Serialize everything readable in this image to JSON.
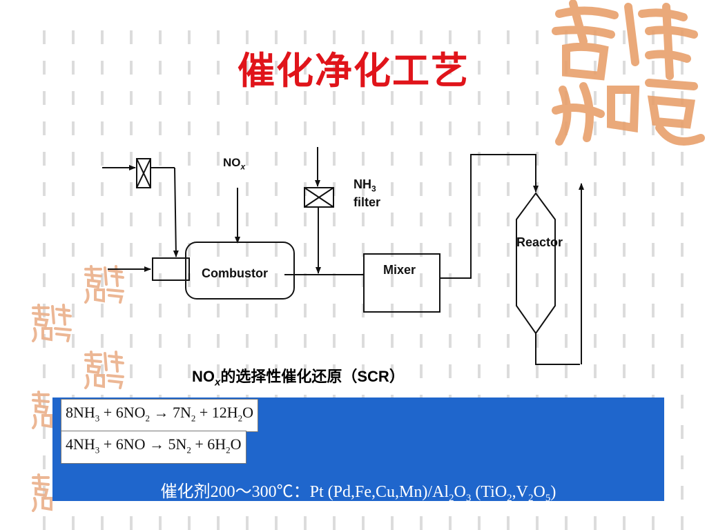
{
  "slide": {
    "title": "催化净化工艺",
    "decor": {
      "seal_text": "吉祥如意",
      "seal_color": "#e9a06a",
      "dash_color": "#d9d9d9"
    }
  },
  "diagram": {
    "labels": {
      "nox": "NO",
      "nox_sub": "x",
      "nh3": "NH",
      "nh3_sub": "3",
      "filter": "filter",
      "combustor": "Combustor",
      "mixer": "Mixer",
      "reactor": "Reactor"
    }
  },
  "scr_caption": {
    "nox": "NO",
    "nox_sub": "x",
    "text": "的选择性催化还原（",
    "scr": "SCR",
    "close": "）"
  },
  "equations": [
    {
      "lhs_a_coef": "8NH",
      "lhs_a_sub": "3",
      "plus1": " + 6NO",
      "lhs_b_sub": "2",
      "arrow": " → 7N",
      "rhs_a_sub": "2",
      "plus2": " + 12H",
      "rhs_b_sub": "2",
      "tail": "O"
    },
    {
      "lhs_a_coef": "4NH",
      "lhs_a_sub": "3",
      "plus1": " + 6NO → 5N",
      "rhs_a_sub": "2",
      "plus2": " + 6H",
      "rhs_b_sub": "2",
      "tail": "O"
    }
  ],
  "catalyst": {
    "prefix": "催化剂200～300℃：Pt (Pd,Fe,Cu,Mn)/Al",
    "s1": "2",
    "m1": "O",
    "s2": "3",
    "m2": " (TiO",
    "s3": "2",
    "m3": ",V",
    "s4": "2",
    "m4": "O",
    "s5": "5",
    "end": ")"
  },
  "colors": {
    "title": "#e0141a",
    "panel": "#1f66cc"
  }
}
